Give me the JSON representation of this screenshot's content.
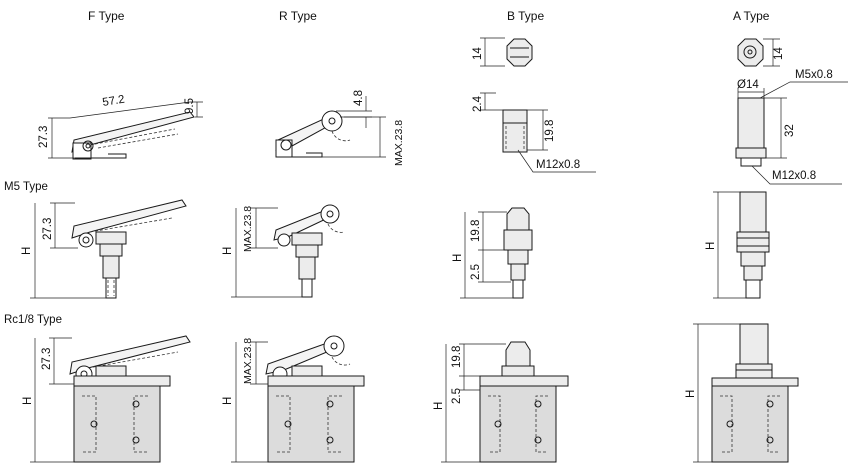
{
  "headers": {
    "f_type": "F Type",
    "r_type": "R Type",
    "b_type": "B Type",
    "a_type": "A Type"
  },
  "rows": {
    "m5": "M5 Type",
    "rc18": "Rc1/8 Type"
  },
  "dims": {
    "f_len": "57.2",
    "f_height": "27.3",
    "f_tip": "9.5",
    "r_offset": "4.8",
    "r_max": "MAX.23.8",
    "b_hex": "14",
    "b_gap": "2.4",
    "b_body": "19.8",
    "b_thread": "M12x0.8",
    "a_hex": "14",
    "a_dia": "Ø14",
    "a_thread_top": "M5x0.8",
    "a_len": "32",
    "a_thread_bottom": "M12x0.8",
    "m5_f_height": "27.3",
    "m5_r_max": "MAX.23.8",
    "m5_b_body": "19.8",
    "m5_b_gap": "2.5",
    "rc_f_height": "27.3",
    "rc_r_max": "MAX.23.8",
    "rc_b_body": "19.8",
    "rc_b_gap": "2.5",
    "h": "H"
  }
}
